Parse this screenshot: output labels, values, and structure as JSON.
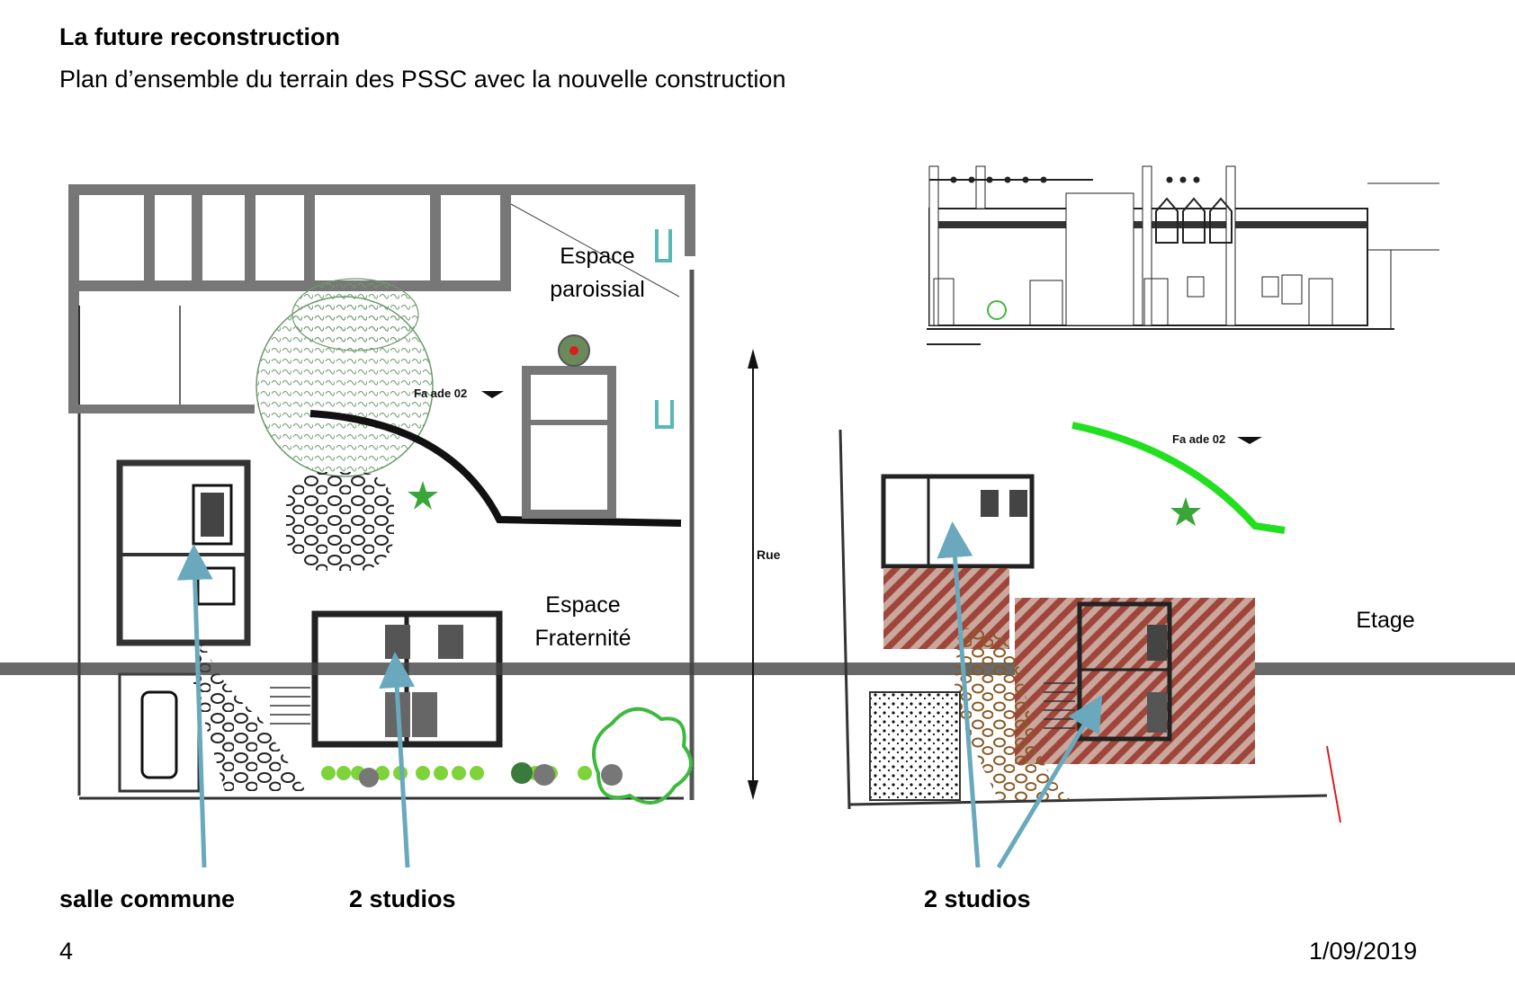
{
  "header": {
    "title": "La future reconstruction",
    "subtitle": "Plan d’ensemble du terrain des PSSC avec la nouvelle construction"
  },
  "plan": {
    "espace_paroissial": "Espace paroissial",
    "espace_fraternite": "Espace Fraternité",
    "rue": "Rue",
    "facade_left": "Fa ade 02",
    "facade_right": "Fa ade 02",
    "etage": "Etage"
  },
  "callouts": {
    "salle_commune": "salle commune",
    "studios_left": "2 studios",
    "studios_right": "2 studios"
  },
  "footer": {
    "page_number": "4",
    "date": "1/09/2019"
  },
  "colors": {
    "arrow": "#6aa9bd",
    "green_arc": "#22e01f",
    "wall": "#777777",
    "brick": "#a0453a",
    "gravel": "#8a5a25"
  }
}
